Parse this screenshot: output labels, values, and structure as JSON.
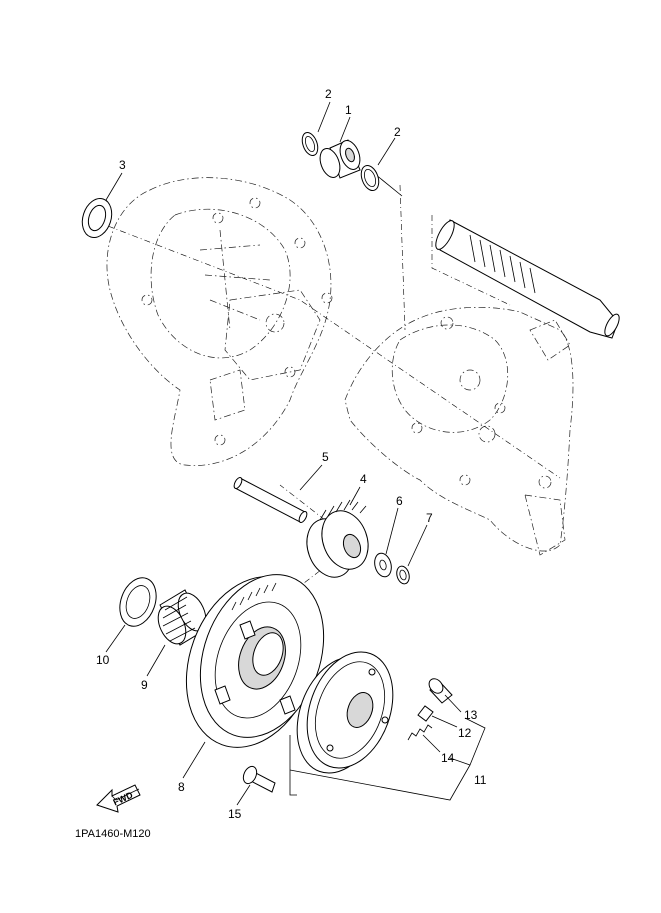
{
  "diagram": {
    "drawing_code": "1PA1460-M120",
    "fwd_label": "FWD",
    "callouts": [
      {
        "id": "1",
        "label": "1"
      },
      {
        "id": "2a",
        "label": "2"
      },
      {
        "id": "2b",
        "label": "2"
      },
      {
        "id": "3",
        "label": "3"
      },
      {
        "id": "4",
        "label": "4"
      },
      {
        "id": "5",
        "label": "5"
      },
      {
        "id": "6",
        "label": "6"
      },
      {
        "id": "7",
        "label": "7"
      },
      {
        "id": "8",
        "label": "8"
      },
      {
        "id": "9",
        "label": "9"
      },
      {
        "id": "10",
        "label": "10"
      },
      {
        "id": "11",
        "label": "11"
      },
      {
        "id": "12",
        "label": "12"
      },
      {
        "id": "13",
        "label": "13"
      },
      {
        "id": "14",
        "label": "14"
      },
      {
        "id": "15",
        "label": "15"
      }
    ]
  }
}
